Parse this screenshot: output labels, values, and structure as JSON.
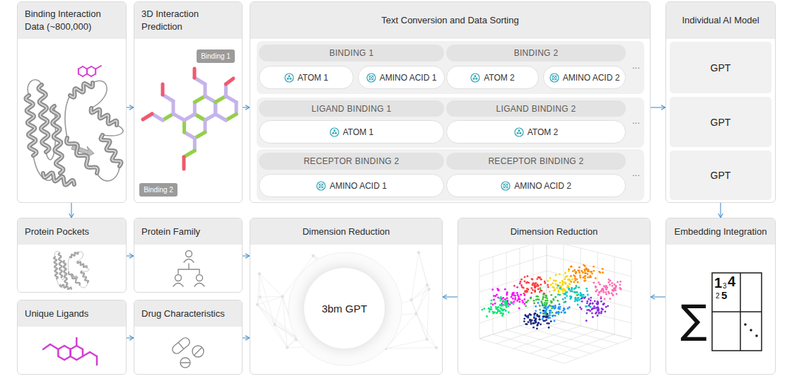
{
  "diagram": {
    "nodes": [
      {
        "text": [
          "Binding Interaction Data (~800,000)"
        ]
      },
      {
        "text": [
          "3D Interaction Prediction"
        ]
      },
      {
        "text": [
          "Binding 1"
        ],
        "in": 1
      },
      {
        "text": [
          "Binding 2"
        ],
        "in": 1
      },
      {
        "text": [
          "Text Conversion and Data Sorting"
        ]
      },
      {
        "text": [
          "BINDING 1"
        ],
        "in": 4
      },
      {
        "text": [
          "ATOM 1"
        ],
        "in": 4
      },
      {
        "text": [
          "AMINO ACID 1"
        ],
        "in": 4
      },
      {
        "text": [
          "BINDING 2"
        ],
        "in": 4
      },
      {
        "text": [
          "ATOM 2"
        ],
        "in": 4
      },
      {
        "text": [
          "AMINO ACID 2"
        ],
        "in": 4
      },
      {
        "text": [
          "LIGAND BINDING 1"
        ],
        "in": 4
      },
      {
        "text": [
          "ATOM 1"
        ],
        "in": 4
      },
      {
        "text": [
          "LIGAND BINDING 2"
        ],
        "in": 4
      },
      {
        "text": [
          "ATOM 2"
        ],
        "in": 4
      },
      {
        "text": [
          "RECEPTOR BINDING 2"
        ],
        "in": 4
      },
      {
        "text": [
          "AMINO ACID 1"
        ],
        "in": 4
      },
      {
        "text": [
          "RECEPTOR BINDING 2"
        ],
        "in": 4
      },
      {
        "text": [
          "AMINO ACID 2"
        ],
        "in": 4
      },
      {
        "text": [
          "Individual AI Model"
        ]
      },
      {
        "text": [
          "GPT"
        ],
        "in": 19
      },
      {
        "text": [
          "GPT"
        ],
        "in": 19
      },
      {
        "text": [
          "GPT"
        ],
        "in": 19
      },
      {
        "text": [
          "Protein Pockets"
        ]
      },
      {
        "text": [
          "Protein Family"
        ]
      },
      {
        "text": [
          "Dimension Reduction"
        ]
      },
      {
        "text": [
          "3bm GPT"
        ],
        "in": 25
      },
      {
        "text": [
          "Dimension Reduction"
        ]
      },
      {
        "text": [
          "Embedding Integration"
        ]
      },
      {
        "text": [
          "Unique Ligands"
        ]
      },
      {
        "text": [
          "Drug Characteristics"
        ]
      }
    ],
    "edges": [
      {
        "from": 0,
        "to": 1,
        "arrow": "to"
      },
      {
        "from": 1,
        "to": 4,
        "arrow": "to"
      },
      {
        "from": 4,
        "to": 19,
        "arrow": "to"
      },
      {
        "from": 0,
        "to": 23,
        "arrow": "to"
      },
      {
        "from": 19,
        "to": 28,
        "arrow": "to"
      },
      {
        "from": 28,
        "to": 27,
        "arrow": "to"
      },
      {
        "from": 27,
        "to": 25,
        "arrow": "to"
      },
      {
        "from": 23,
        "to": 24,
        "arrow": "to"
      },
      {
        "from": 24,
        "to": 25,
        "arrow": "to"
      },
      {
        "from": 29,
        "to": 30,
        "arrow": "to"
      },
      {
        "from": 30,
        "to": 25,
        "arrow": "to"
      }
    ],
    "labels": [
      "...",
      "...",
      "...",
      "∑",
      "1",
      "3",
      "4",
      "2",
      "5"
    ]
  }
}
